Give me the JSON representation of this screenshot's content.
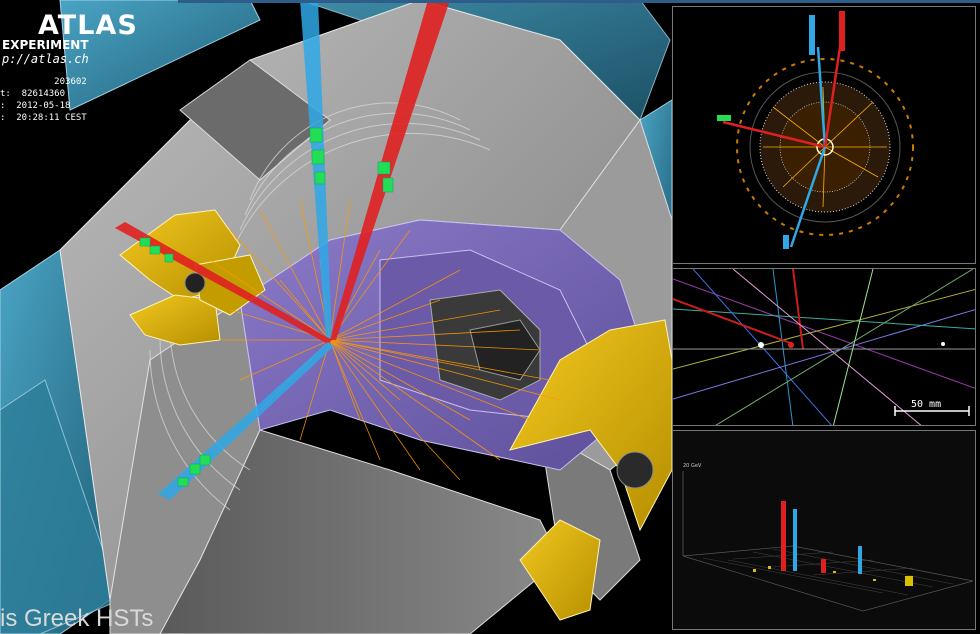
{
  "logo": {
    "title": "ATLAS",
    "subtitle": "EXPERIMENT",
    "url": "p://atlas.ch"
  },
  "event_info": {
    "lines": [
      "          203602",
      "t:  82614360",
      ":  2012-05-18",
      ":  20:28:11 CEST"
    ]
  },
  "caption": "is  Greek HSTs",
  "insets": {
    "xy_view": {
      "name": "transverse-view"
    },
    "zoom_view": {
      "scale_label": "50 mm"
    },
    "lego_plot": {
      "title": "20 GeV"
    }
  },
  "colors": {
    "background": "#000000",
    "calorimeter_gray": "#9a9a9a",
    "muon_chamber_blue": "#3a8fb0",
    "endcap_yellow": "#e0b400",
    "inner_detector_purple": "#7a68b8",
    "track_orange": "#ff9900",
    "muon_red": "#ff2a2a",
    "electron_blue": "#2ea8e6",
    "hit_green": "#22dd55"
  }
}
